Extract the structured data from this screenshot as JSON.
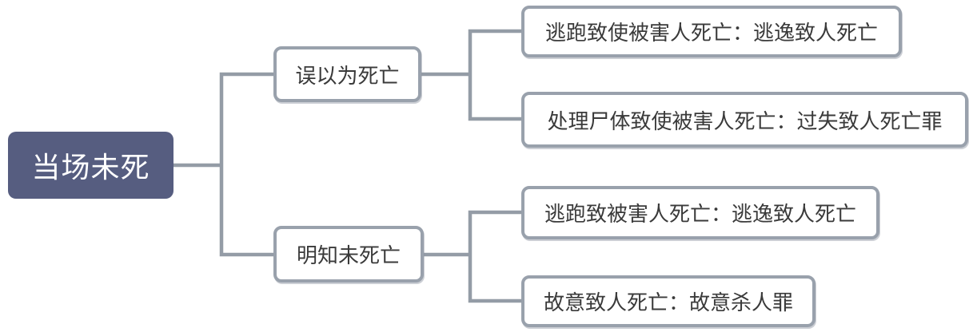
{
  "diagram": {
    "title": "当场未死 mind map",
    "colors": {
      "root_bg": "#565d80",
      "root_text": "#ffffff",
      "line": "#949ca6",
      "node_border": "#99a1ac",
      "node_bg": "#ffffff",
      "node_text": "#3a3a3a"
    },
    "root": {
      "label": "当场未死"
    },
    "branches": [
      {
        "label": "误以为死亡",
        "children": [
          {
            "label": "逃跑致使被害人死亡：逃逸致人死亡"
          },
          {
            "label": "处理尸体致使被害人死亡：过失致人死亡罪"
          }
        ]
      },
      {
        "label": "明知未死亡",
        "children": [
          {
            "label": "逃跑致被害人死亡：逃逸致人死亡"
          },
          {
            "label": "故意致人死亡：故意杀人罪"
          }
        ]
      }
    ]
  }
}
